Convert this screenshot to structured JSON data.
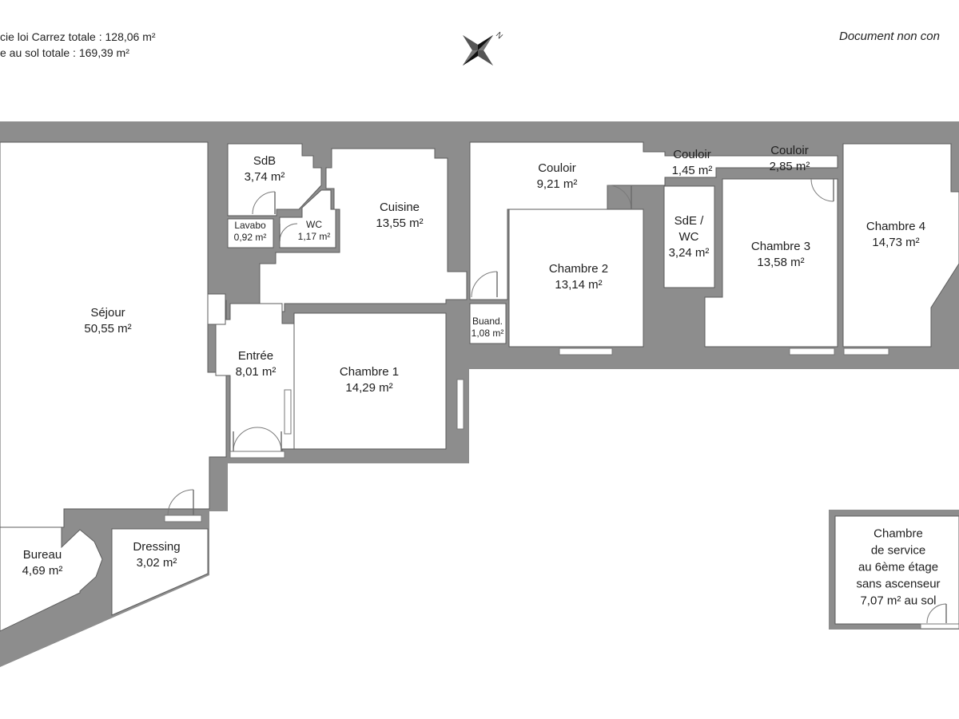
{
  "header": {
    "carrez_total": "cie loi Carrez totale :  128,06 m²",
    "sol_total": "e au sol totale :  169,39 m²",
    "disclaimer": "Document non con"
  },
  "compass": {
    "letter": "N",
    "icon": "compass-rose-icon"
  },
  "colors": {
    "wall": "#8d8d8d",
    "floor": "#ffffff",
    "text": "#1e1e1e"
  },
  "rooms": {
    "sdb": {
      "name": "SdB",
      "area": "3,74 m²"
    },
    "lavabo": {
      "name": "Lavabo",
      "area": "0,92 m²"
    },
    "wc": {
      "name": "WC",
      "area": "1,17 m²"
    },
    "cuisine": {
      "name": "Cuisine",
      "area": "13,55 m²"
    },
    "sejour": {
      "name": "Séjour",
      "area": "50,55 m²"
    },
    "entree": {
      "name": "Entrée",
      "area": "8,01 m²"
    },
    "chambre1": {
      "name": "Chambre 1",
      "area": "14,29 m²"
    },
    "buanderie": {
      "name": "Buand.",
      "area": "1,08 m²"
    },
    "couloir1": {
      "name": "Couloir",
      "area": "9,21 m²"
    },
    "chambre2": {
      "name": "Chambre 2",
      "area": "13,14 m²"
    },
    "couloir2": {
      "name": "Couloir",
      "area": "1,45 m²"
    },
    "sde_wc": {
      "name1": "SdE /",
      "name2": "WC",
      "area": "3,24 m²"
    },
    "couloir3": {
      "name": "Couloir",
      "area": "2,85 m²"
    },
    "chambre3": {
      "name": "Chambre 3",
      "area": "13,58 m²"
    },
    "chambre4": {
      "name": "Chambre 4",
      "area": "14,73 m²"
    },
    "bureau": {
      "name": "Bureau",
      "area": "4,69 m²"
    },
    "dressing": {
      "name": "Dressing",
      "area": "3,02 m²"
    },
    "chambre_service": {
      "line1": "Chambre",
      "line2": "de service",
      "line3": "au 6ème étage",
      "line4": "sans ascenseur",
      "line5": "7,07 m² au sol"
    }
  }
}
